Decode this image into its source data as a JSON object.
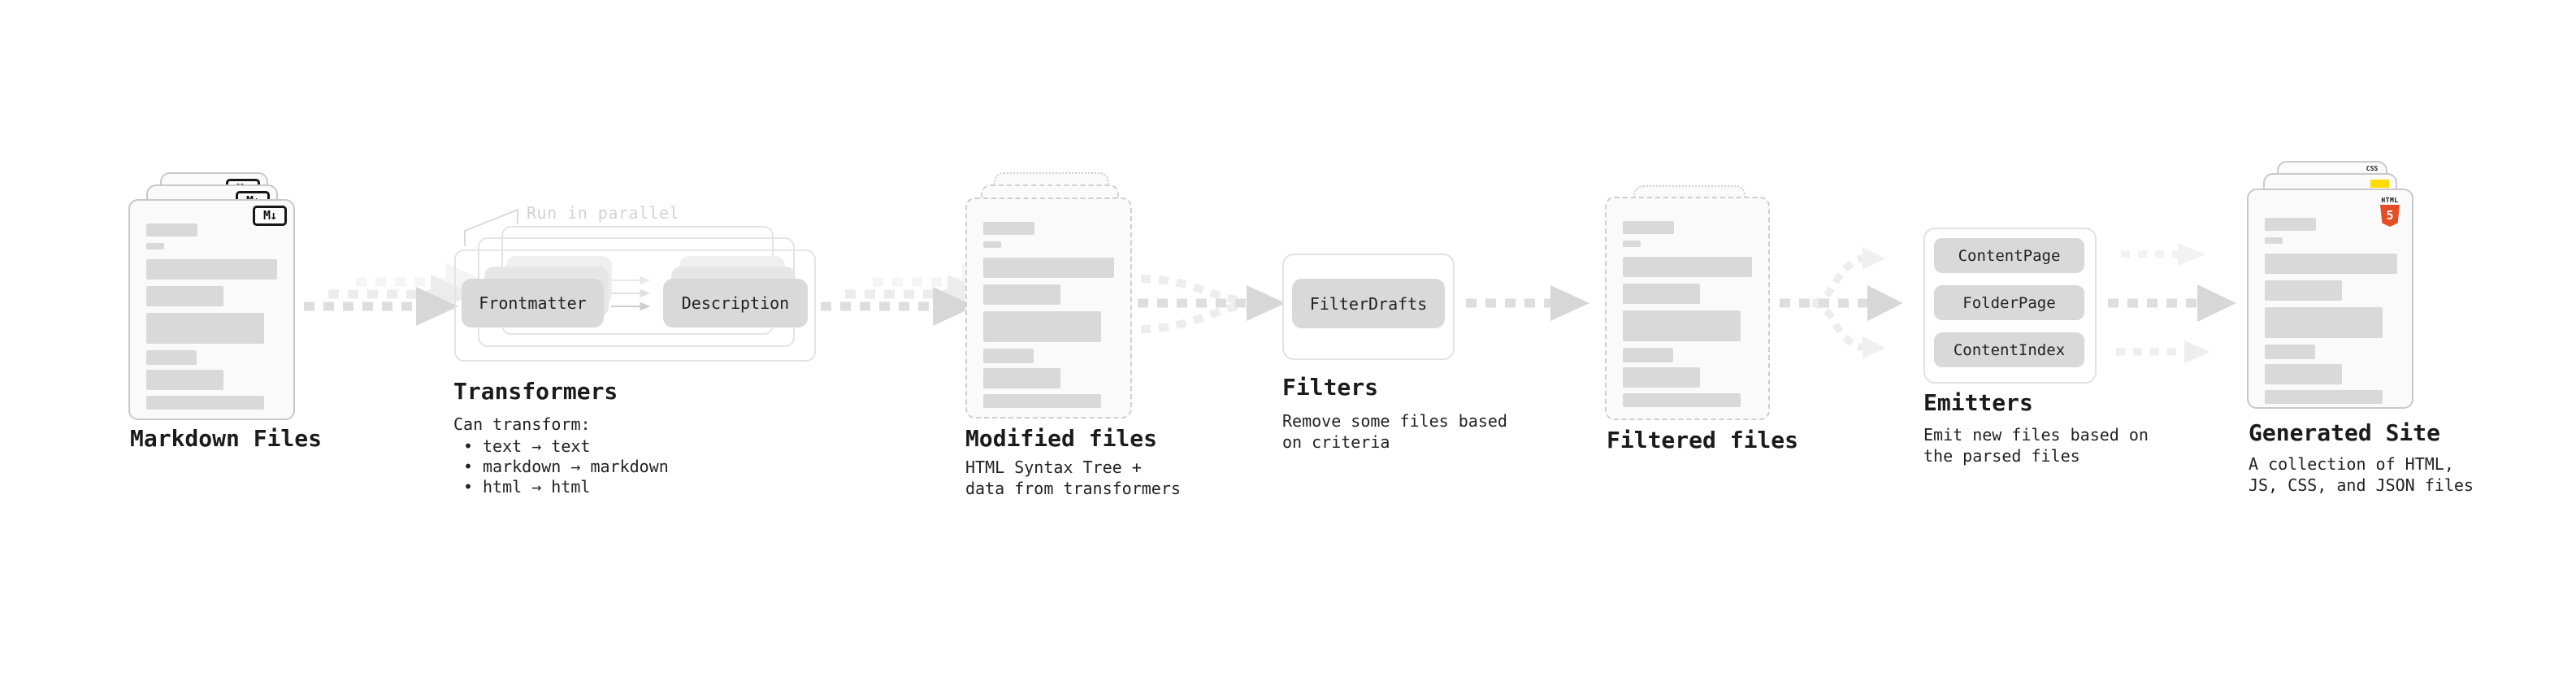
{
  "colors": {
    "ink": "#1c1c1c",
    "placeholder_gray": "#d9d9d9",
    "arrow_gray": "#dcdcdc",
    "html5_orange": "#e44d26",
    "js_yellow": "#ffdd00",
    "css_blue": "#1a6fe8"
  },
  "stages": {
    "markdown_files": {
      "title": "Markdown Files",
      "badge": "M↓"
    },
    "transformers": {
      "title": "Transformers",
      "annotation": "Run in parallel",
      "left_chip": "Frontmatter",
      "right_chip": "Description",
      "desc_heading": "Can transform:",
      "bullets": [
        "text → text",
        "markdown → markdown",
        "html → html"
      ]
    },
    "modified_files": {
      "title": "Modified files",
      "desc": "HTML Syntax Tree +\ndata from transformers"
    },
    "filters": {
      "title": "Filters",
      "chip": "FilterDrafts",
      "desc": "Remove some files based\non criteria"
    },
    "filtered_files": {
      "title": "Filtered files"
    },
    "emitters": {
      "title": "Emitters",
      "chips": [
        "ContentPage",
        "FolderPage",
        "ContentIndex"
      ],
      "desc": "Emit new files based on\nthe parsed files"
    },
    "generated_site": {
      "title": "Generated Site",
      "desc": "A collection of HTML,\nJS, CSS, and JSON files",
      "css_badge": "CSS",
      "html_badge_label": "HTML",
      "html_badge_number": "5"
    }
  }
}
